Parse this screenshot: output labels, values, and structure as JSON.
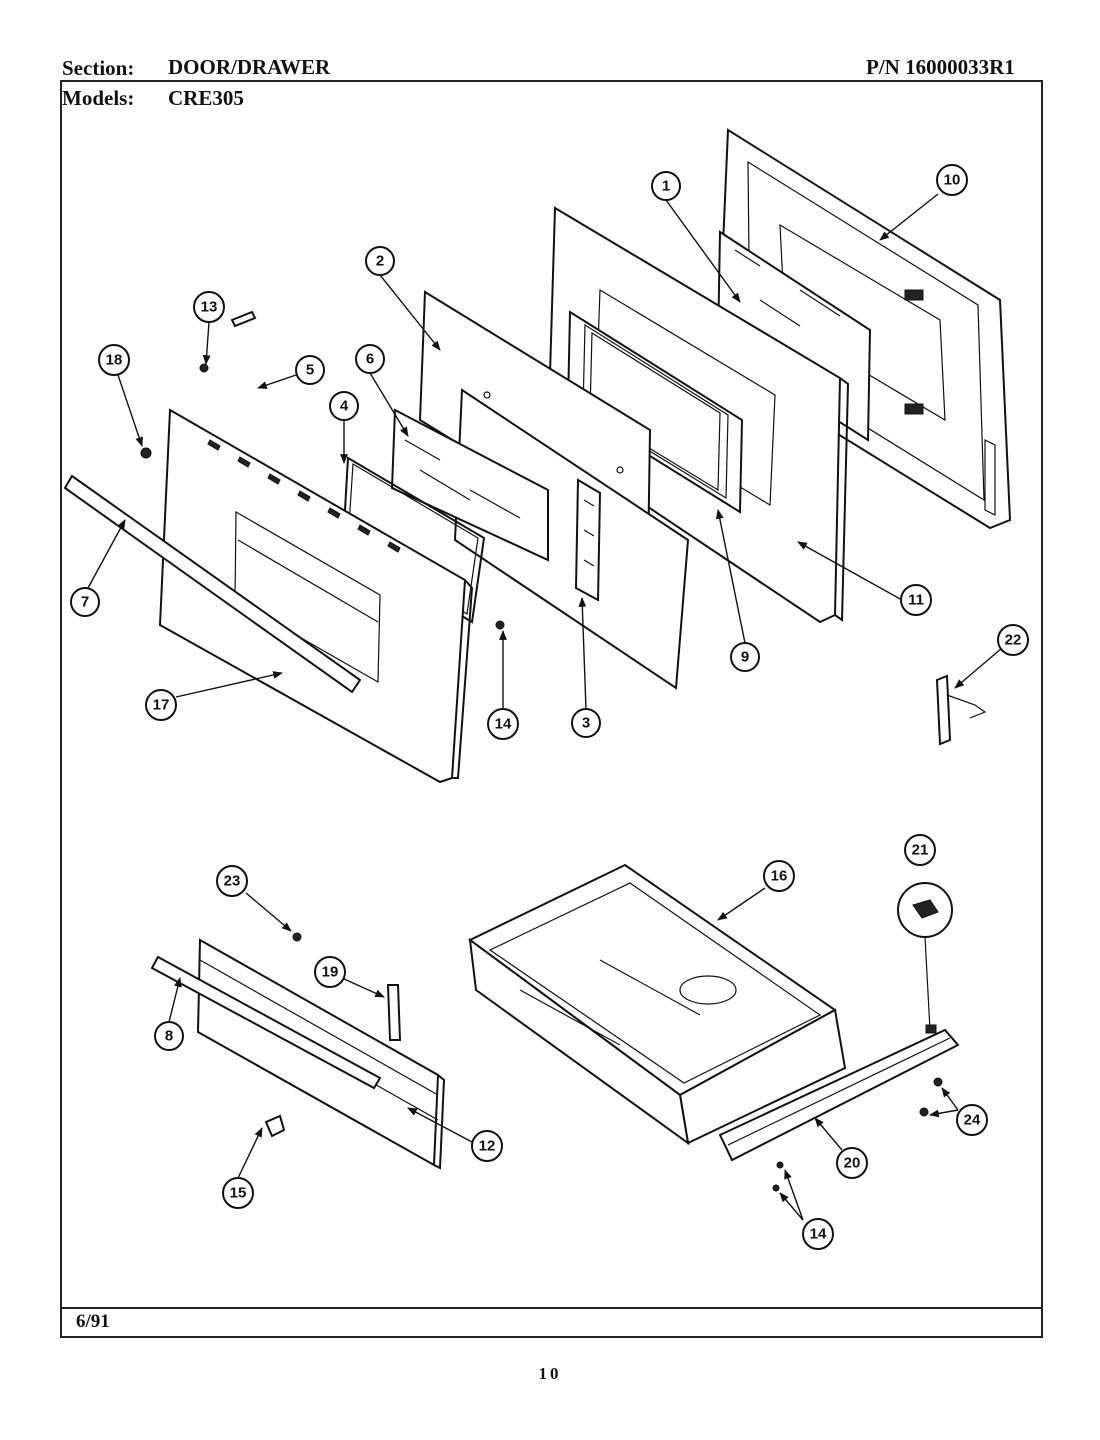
{
  "header": {
    "section_label": "Section:",
    "section_value": "DOOR/DRAWER",
    "part_number": "P/N 16000033R1",
    "models_label": "Models:",
    "models_value": "CRE305"
  },
  "callouts": [
    {
      "id": "c1",
      "label": "1"
    },
    {
      "id": "c2",
      "label": "2"
    },
    {
      "id": "c3",
      "label": "3"
    },
    {
      "id": "c4",
      "label": "4"
    },
    {
      "id": "c5",
      "label": "5"
    },
    {
      "id": "c6",
      "label": "6"
    },
    {
      "id": "c7",
      "label": "7"
    },
    {
      "id": "c8",
      "label": "8"
    },
    {
      "id": "c9",
      "label": "9"
    },
    {
      "id": "c10",
      "label": "10"
    },
    {
      "id": "c11",
      "label": "11"
    },
    {
      "id": "c12",
      "label": "12"
    },
    {
      "id": "c13",
      "label": "13"
    },
    {
      "id": "c14a",
      "label": "14"
    },
    {
      "id": "c14b",
      "label": "14"
    },
    {
      "id": "c15",
      "label": "15"
    },
    {
      "id": "c16",
      "label": "16"
    },
    {
      "id": "c17",
      "label": "17"
    },
    {
      "id": "c18",
      "label": "18"
    },
    {
      "id": "c19",
      "label": "19"
    },
    {
      "id": "c20",
      "label": "20"
    },
    {
      "id": "c21",
      "label": "21"
    },
    {
      "id": "c22",
      "label": "22"
    },
    {
      "id": "c23",
      "label": "23"
    },
    {
      "id": "c24",
      "label": "24"
    }
  ],
  "footer": {
    "date": "6/91",
    "page_number": "10"
  }
}
